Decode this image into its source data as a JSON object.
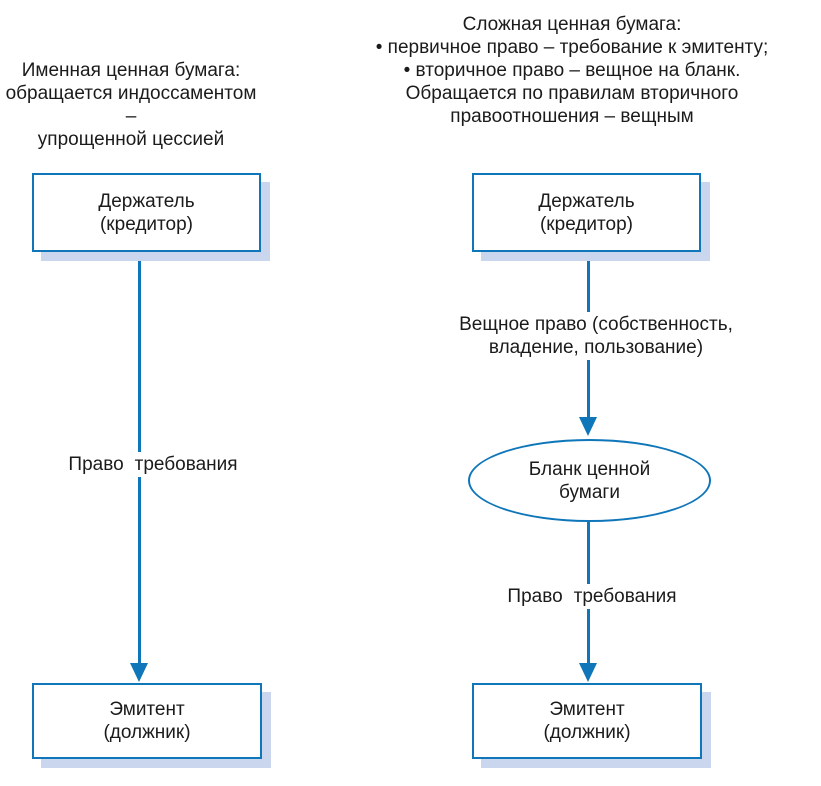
{
  "colors": {
    "stroke": "#0f76ba",
    "shadow": "#c9d6ee",
    "text": "#1b1b1b"
  },
  "left_column": {
    "header_lines": [
      "Именная ценная бумага:",
      "обращается индоссаментом –",
      "упрощенной цессией"
    ],
    "holder_box": {
      "line1": "Держатель",
      "line2": "(кредитор)"
    },
    "claim_arrow_label": "Право требования",
    "issuer_box": {
      "line1": "Эмитент",
      "line2": "(должник)"
    }
  },
  "right_column": {
    "header_lines": [
      "Сложная ценная бумага:",
      "• первичное право – требование к эмитенту;",
      "• вторичное право – вещное на бланк.",
      "Обращается по правилам вторичного",
      "правоотношения – вещным"
    ],
    "holder_box": {
      "line1": "Держатель",
      "line2": "(кредитор)"
    },
    "property_arrow_label_lines": [
      "Вещное право (собственность,",
      "владение, пользование)"
    ],
    "blank_ellipse": {
      "line1": "Бланк ценной",
      "line2": "бумаги"
    },
    "claim_arrow_label": "Право требования",
    "issuer_box": {
      "line1": "Эмитент",
      "line2": "(должник)"
    }
  }
}
